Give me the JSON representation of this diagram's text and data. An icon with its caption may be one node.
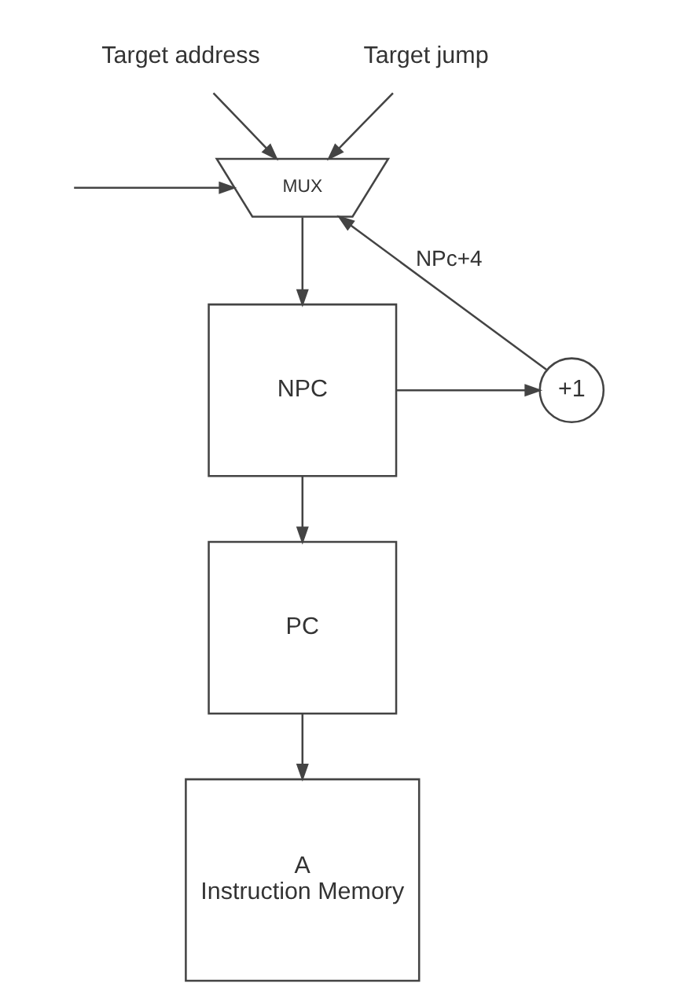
{
  "diagram": {
    "nodes": [
      {
        "text": [
          "Target address"
        ]
      },
      {
        "text": [
          "Target jump"
        ]
      },
      {
        "text": [
          "MUX"
        ]
      },
      {
        "text": [
          "NPC"
        ]
      },
      {
        "text": [
          "+1"
        ]
      },
      {
        "text": [
          "PC"
        ]
      },
      {
        "text": [
          "A",
          "Instruction Memory"
        ]
      }
    ],
    "edges": [
      {
        "from": 0,
        "to": 2,
        "arrow": "to"
      },
      {
        "from": 1,
        "to": 2,
        "arrow": "to"
      },
      {
        "from": 4,
        "to": 2,
        "arrow": "to",
        "label": "NPc+4"
      },
      {
        "from": null,
        "to": 2,
        "arrow": "to"
      },
      {
        "from": 2,
        "to": 3,
        "arrow": "to"
      },
      {
        "from": 3,
        "to": 5,
        "arrow": "to"
      },
      {
        "from": 3,
        "to": 4,
        "arrow": "to"
      },
      {
        "from": 5,
        "to": 6,
        "arrow": "to"
      }
    ]
  }
}
